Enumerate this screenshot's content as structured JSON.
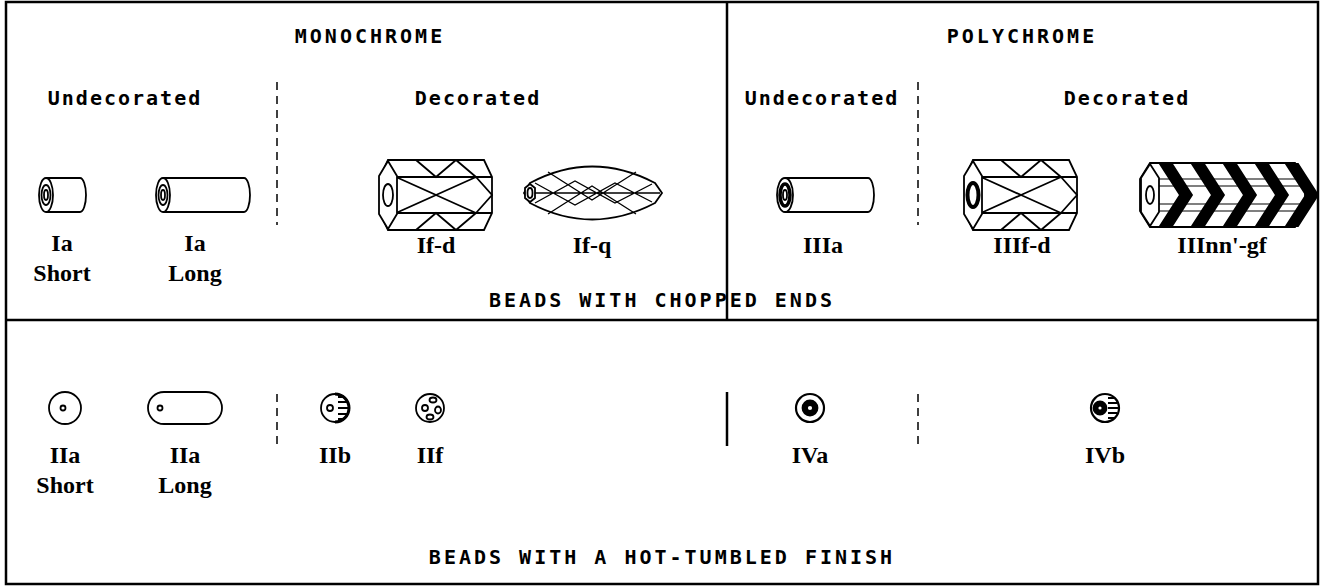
{
  "diagram": {
    "nodes": [
      {
        "text": [
          "MONOCHROME",
          "POLYCHROME",
          "Undecorated",
          "Decorated",
          "Undecorated",
          "Decorated",
          "Ia Short",
          "Ia Long",
          "If-d",
          "If-q",
          "IIIa",
          "IIIf-d",
          "IIInn'-gf",
          "BEADS WITH CHOPPED ENDS"
        ]
      },
      {
        "text": [
          "IIa Short",
          "IIa Long",
          "IIb",
          "IIf",
          "IVa",
          "IVb",
          "BEADS WITH A HOT-TUMBLED FINISH"
        ]
      }
    ]
  }
}
